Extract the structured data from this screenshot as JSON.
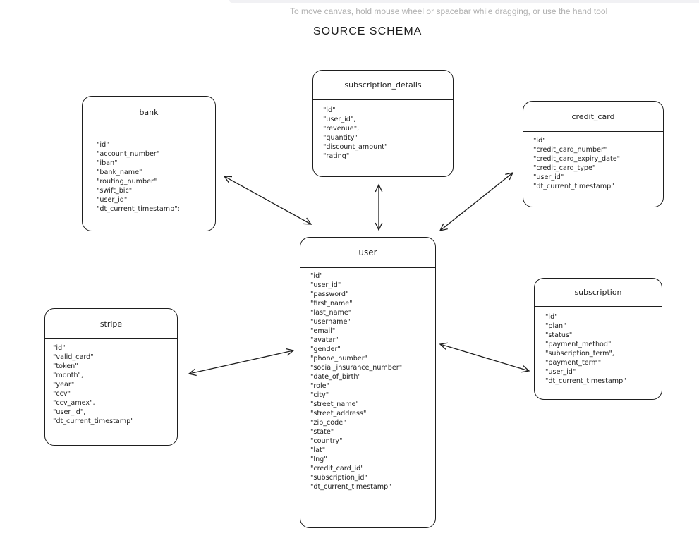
{
  "hint": "To move canvas, hold mouse wheel or spacebar while dragging, or use the hand tool",
  "title": "SOURCE SCHEMA",
  "tables": {
    "bank": {
      "name": "bank",
      "fields": [
        "\"id\"",
        "\"account_number\"",
        "\"iban\"",
        "\"bank_name\"",
        "\"routing_number\"",
        "\"swift_bic\"",
        "\"user_id\"",
        "\"dt_current_timestamp\":"
      ]
    },
    "subscription_details": {
      "name": "subscription_details",
      "fields": [
        "\"id\"",
        "\"user_id\",",
        "\"revenue\",",
        "\"quantity\"",
        "\"discount_amount\"",
        "\"rating\""
      ]
    },
    "credit_card": {
      "name": "credit_card",
      "fields": [
        "\"id\"",
        "\"credit_card_number\"",
        "\"credit_card_expiry_date\"",
        "\"credit_card_type\"",
        "\"user_id\"",
        "\"dt_current_timestamp\""
      ]
    },
    "user": {
      "name": "user",
      "fields": [
        "\"id\"",
        "\"user_id\"",
        "\"password\"",
        "\"first_name\"",
        "\"last_name\"",
        "\"username\"",
        "\"email\"",
        "\"avatar\"",
        "\"gender\"",
        "\"phone_number\"",
        "\"social_insurance_number\"",
        "\"date_of_birth\"",
        "\"role\"",
        "\"city\"",
        "\"street_name\"",
        "\"street_address\"",
        "\"zip_code\"",
        "\"state\"",
        "\"country\"",
        "\"lat\"",
        "\"lng\"",
        "\"credit_card_id\"",
        "\"subscription_id\"",
        "\"dt_current_timestamp\""
      ]
    },
    "stripe": {
      "name": "stripe",
      "fields": [
        "\"id\"",
        "\"valid_card\"",
        "\"token\"",
        "\"month\",",
        "\"year\"",
        "\"ccv\"",
        "\"ccv_amex\",",
        "\"user_id\",",
        "\"dt_current_timestamp\""
      ]
    },
    "subscription": {
      "name": "subscription",
      "fields": [
        "\"id\"",
        "\"plan\"",
        "\"status\"",
        "\"payment_method\"",
        "\"subscription_term\",",
        "\"payment_term\"",
        "\"user_id\"",
        "\"dt_current_timestamp\""
      ]
    }
  },
  "relations": [
    {
      "from": "bank",
      "to": "user"
    },
    {
      "from": "subscription_details",
      "to": "user"
    },
    {
      "from": "credit_card",
      "to": "user"
    },
    {
      "from": "stripe",
      "to": "user"
    },
    {
      "from": "subscription",
      "to": "user"
    }
  ],
  "colors": {
    "stroke": "#1e1e1e",
    "hint_text": "#b0b0b0",
    "background": "#ffffff"
  }
}
